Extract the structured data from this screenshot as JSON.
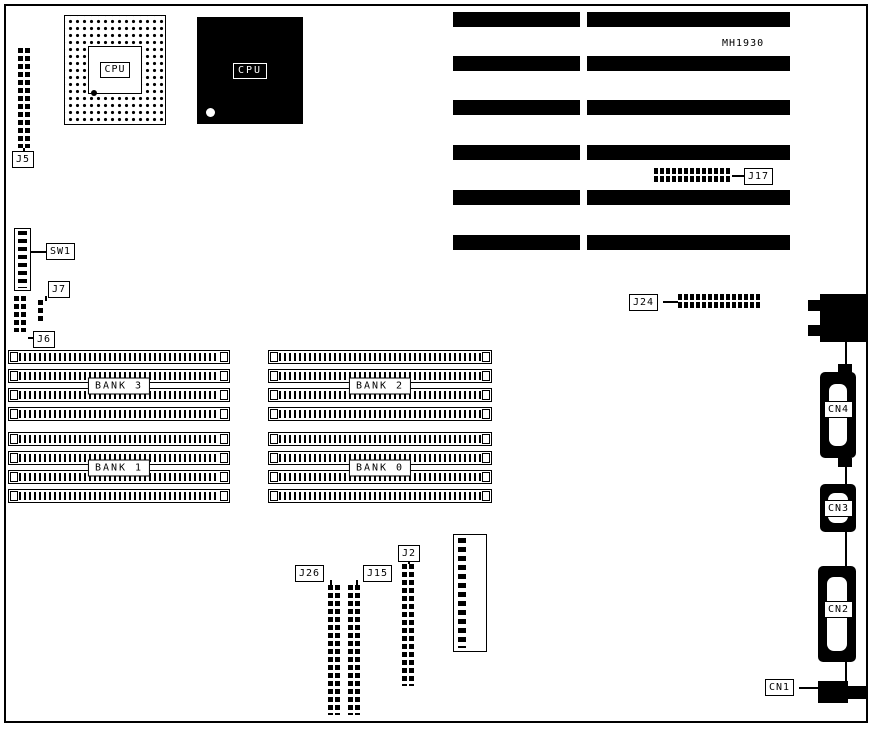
{
  "board": {
    "model": "MH1930"
  },
  "cpu": {
    "socket_label": "CPU",
    "chip_label": "CPU"
  },
  "connectors": {
    "j5": "J5",
    "sw1": "SW1",
    "j7": "J7",
    "j6": "J6",
    "j17": "J17",
    "j24": "J24",
    "j26": "J26",
    "j15": "J15",
    "j2": "J2",
    "cn1": "CN1",
    "cn2": "CN2",
    "cn3": "CN3",
    "cn4": "CN4"
  },
  "memory_banks": {
    "bank0": "BANK 0",
    "bank1": "BANK 1",
    "bank2": "BANK 2",
    "bank3": "BANK 3"
  }
}
